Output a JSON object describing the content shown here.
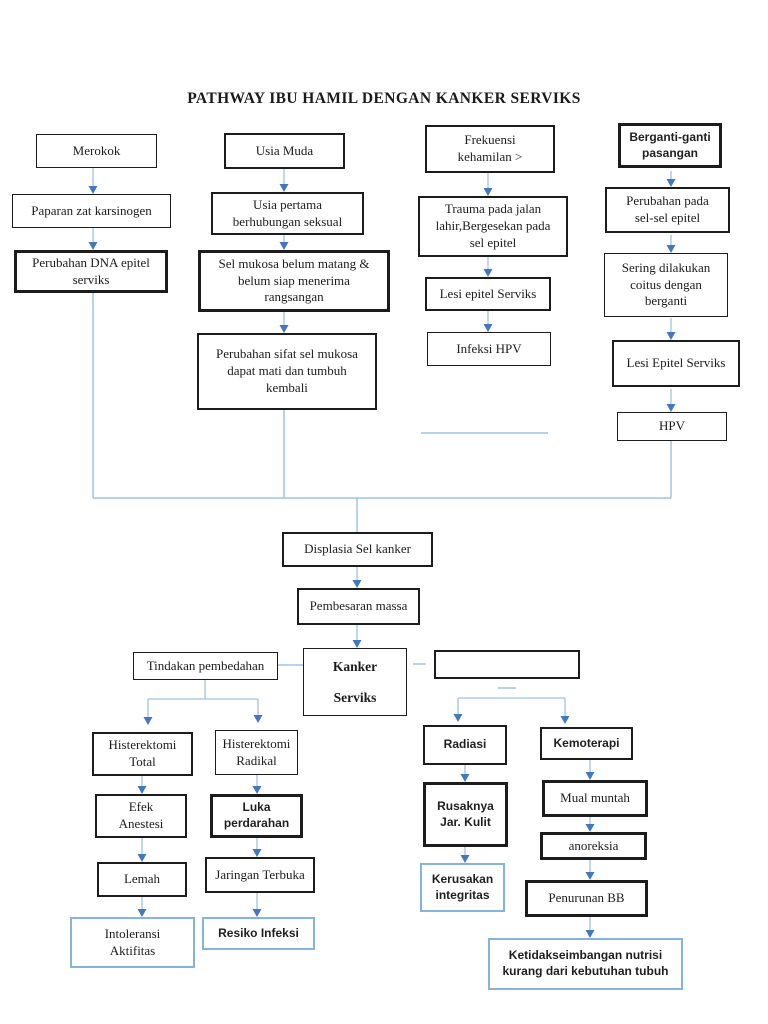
{
  "title": "PATHWAY IBU HAMIL DENGAN KANKER SERVIKS",
  "colors": {
    "connector_line": "#9DC3E6",
    "arrowhead": "#4377C2",
    "outcome_box_border": "#85B3DE",
    "box_border": "#1c1c1c"
  },
  "nodes": {
    "merokok": {
      "label": "Merokok"
    },
    "paparan": {
      "label": "Paparan zat karsinogen"
    },
    "perubahan_dna": {
      "label": "Perubahan DNA epitel\nserviks"
    },
    "usia_muda": {
      "label": "Usia Muda"
    },
    "usia_pertama": {
      "label": "Usia pertama\nberhubungan seksual"
    },
    "sel_mukosa": {
      "label": "Sel mukosa belum matang &\nbelum siap menerima\nrangsangan"
    },
    "perubahan_sifat": {
      "label": "Perubahan sifat sel mukosa\ndapat mati dan tumbuh\nkembali"
    },
    "frekuensi": {
      "label": "Frekuensi\nkehamilan >"
    },
    "trauma": {
      "label": "Trauma pada jalan\nlahir,Bergesekan pada\nsel epitel"
    },
    "lesi_epitel_3": {
      "label": "Lesi epitel Serviks"
    },
    "infeksi_hpv": {
      "label": "Infeksi HPV"
    },
    "berganti": {
      "label": "Berganti-ganti\npasangan"
    },
    "perubahan_sel": {
      "label": "Perubahan pada\nsel-sel epitel"
    },
    "sering": {
      "label": "Sering dilakukan\ncoitus dengan\nberganti"
    },
    "lesi_epitel_4": {
      "label": "Lesi Epitel Serviks"
    },
    "hpv": {
      "label": "HPV"
    },
    "displasia": {
      "label": "Displasia Sel kanker"
    },
    "pembesaran": {
      "label": "Pembesaran massa"
    },
    "kanker_serviks": {
      "label": "Kanker\nServiks"
    },
    "tindakan": {
      "label": "Tindakan pembedahan"
    },
    "empty_box": {
      "label": ""
    },
    "hist_total": {
      "label": "Histerektomi\nTotal"
    },
    "hist_radikal": {
      "label": "Histerektomi\nRadikal"
    },
    "efek_anestesi": {
      "label": "Efek\nAnestesi"
    },
    "luka": {
      "label": "Luka\nperdarahan"
    },
    "lemah": {
      "label": "Lemah"
    },
    "jaringan": {
      "label": "Jaringan Terbuka"
    },
    "intoleransi": {
      "label": "Intoleransi\nAktifitas"
    },
    "resiko": {
      "label": "Resiko Infeksi"
    },
    "radiasi": {
      "label": "Radiasi"
    },
    "rusaknya": {
      "label": "Rusaknya\nJar. Kulit"
    },
    "kerusakan": {
      "label": "Kerusakan\nintegritas"
    },
    "kemoterapi": {
      "label": "Kemoterapi"
    },
    "mual": {
      "label": "Mual muntah"
    },
    "anoreksia": {
      "label": "anoreksia"
    },
    "penurunan": {
      "label": "Penurunan BB"
    },
    "ketidakseimbangan": {
      "label": "Ketidakseimbangan nutrisi\nkurang dari kebutuhan tubuh"
    }
  }
}
